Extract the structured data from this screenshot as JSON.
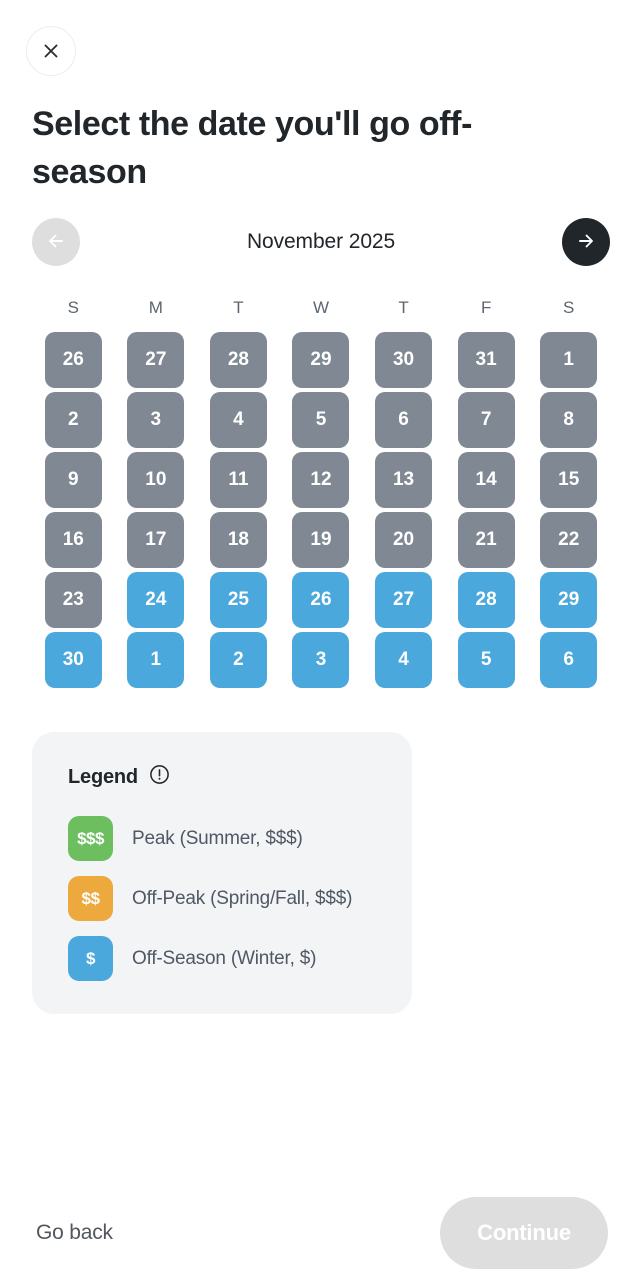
{
  "close_button": {
    "icon": "close-icon"
  },
  "title": "Select the date you'll go off-season",
  "calendar": {
    "month_label": "November 2025",
    "prev_label": "Previous month",
    "prev_icon": "arrow-left-icon",
    "prev_disabled": true,
    "next_label": "Next month",
    "next_icon": "arrow-right-icon",
    "next_disabled": false,
    "weekdays": [
      "S",
      "M",
      "T",
      "W",
      "T",
      "F",
      "S"
    ],
    "colors": {
      "gray": "#808894",
      "blue": "#4ba8dd",
      "green": "#6cbe5f",
      "orange": "#eda93e"
    },
    "days": [
      {
        "n": "26",
        "type": "gray"
      },
      {
        "n": "27",
        "type": "gray"
      },
      {
        "n": "28",
        "type": "gray"
      },
      {
        "n": "29",
        "type": "gray"
      },
      {
        "n": "30",
        "type": "gray"
      },
      {
        "n": "31",
        "type": "gray"
      },
      {
        "n": "1",
        "type": "gray"
      },
      {
        "n": "2",
        "type": "gray"
      },
      {
        "n": "3",
        "type": "gray"
      },
      {
        "n": "4",
        "type": "gray"
      },
      {
        "n": "5",
        "type": "gray"
      },
      {
        "n": "6",
        "type": "gray"
      },
      {
        "n": "7",
        "type": "gray"
      },
      {
        "n": "8",
        "type": "gray"
      },
      {
        "n": "9",
        "type": "gray"
      },
      {
        "n": "10",
        "type": "gray"
      },
      {
        "n": "11",
        "type": "gray"
      },
      {
        "n": "12",
        "type": "gray"
      },
      {
        "n": "13",
        "type": "gray"
      },
      {
        "n": "14",
        "type": "gray"
      },
      {
        "n": "15",
        "type": "gray"
      },
      {
        "n": "16",
        "type": "gray"
      },
      {
        "n": "17",
        "type": "gray"
      },
      {
        "n": "18",
        "type": "gray"
      },
      {
        "n": "19",
        "type": "gray"
      },
      {
        "n": "20",
        "type": "gray"
      },
      {
        "n": "21",
        "type": "gray"
      },
      {
        "n": "22",
        "type": "gray"
      },
      {
        "n": "23",
        "type": "gray"
      },
      {
        "n": "24",
        "type": "blue"
      },
      {
        "n": "25",
        "type": "blue"
      },
      {
        "n": "26",
        "type": "blue"
      },
      {
        "n": "27",
        "type": "blue"
      },
      {
        "n": "28",
        "type": "blue"
      },
      {
        "n": "29",
        "type": "blue"
      },
      {
        "n": "30",
        "type": "blue"
      },
      {
        "n": "1",
        "type": "blue"
      },
      {
        "n": "2",
        "type": "blue"
      },
      {
        "n": "3",
        "type": "blue"
      },
      {
        "n": "4",
        "type": "blue"
      },
      {
        "n": "5",
        "type": "blue"
      },
      {
        "n": "6",
        "type": "blue"
      }
    ]
  },
  "legend": {
    "title": "Legend",
    "info_icon": "alert-circle-icon",
    "rows": [
      {
        "swatch": "$$$",
        "color": "#6cbe5f",
        "label": "Peak (Summer, $$$)"
      },
      {
        "swatch": "$$",
        "color": "#eda93e",
        "label": "Off-Peak (Spring/Fall, $$$)"
      },
      {
        "swatch": "$",
        "color": "#4ba8dd",
        "label": "Off-Season (Winter, $)"
      }
    ]
  },
  "footer": {
    "go_back_label": "Go back",
    "continue_label": "Continue",
    "continue_disabled": true
  }
}
